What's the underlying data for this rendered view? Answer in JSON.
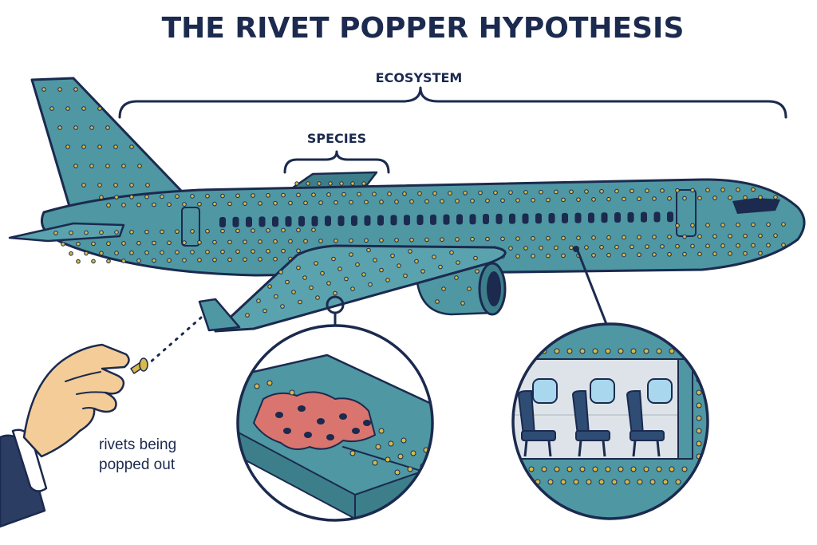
{
  "title": "THE RIVET POPPER HYPOTHESIS",
  "labels": {
    "ecosystem": "ECOSYSTEM",
    "species": "SPECIES",
    "rivets_line1": "rivets being",
    "rivets_line2": "popped out"
  },
  "colors": {
    "fuselage": "#4e97a3",
    "fuselage_dark": "#3c7f8b",
    "rivet": "#d8b94a",
    "ink": "#1b2a4e",
    "damage": "#d9756e",
    "skin": "#f3cc98",
    "sleeve": "#2b3d63",
    "seat": "#2e4c74",
    "window": "#a9d7ee"
  },
  "icons": {
    "hand": "hand-icon",
    "rivet": "rivet-icon",
    "magnifier_wing": "magnifier-wing-icon",
    "magnifier_cabin": "magnifier-cabin-icon"
  }
}
